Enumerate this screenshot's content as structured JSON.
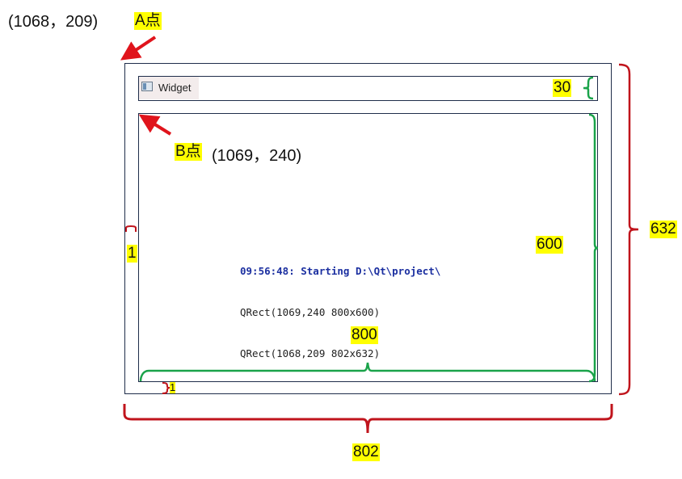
{
  "annotations": {
    "point_a_coord": "(1068，209)",
    "point_a_label": "A点",
    "point_b_label": "B点",
    "point_b_coord": "(1069，240)",
    "title_height": "30",
    "client_height": "600",
    "frame_height": "632",
    "client_width": "800",
    "frame_width": "802",
    "left_border": "1",
    "bottom_border": "1"
  },
  "window": {
    "title": "Widget",
    "icon": "window-app-icon"
  },
  "console": {
    "lines": [
      "09:56:48: Starting D:\\Qt\\project\\",
      "QRect(1069,240 800x600)",
      "QRect(1068,209 802x632)"
    ]
  },
  "colors": {
    "arrow": "#e0141c",
    "brace_green": "#1aa34a",
    "brace_red": "#c0141c",
    "highlight": "#ffff00",
    "frame_border": "#1f2d4a",
    "console_first_line": "#1b2fa0"
  }
}
